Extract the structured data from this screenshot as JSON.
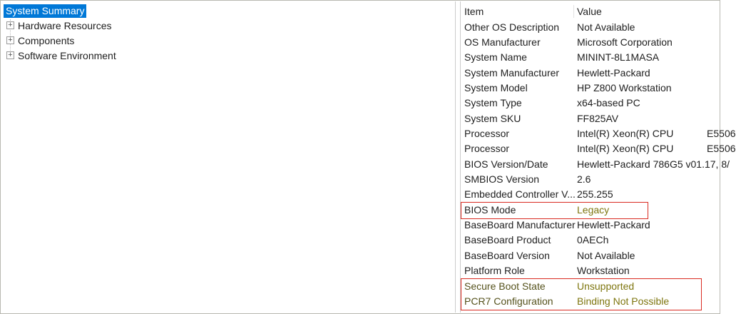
{
  "window": {
    "app": "System Information",
    "border_color": "#b9b9b1",
    "background": "#ffffff"
  },
  "colors": {
    "selection_bg": "#0078d7",
    "selection_text": "#ffffff",
    "text": "#1e1e1e",
    "highlight_label": "#55521c",
    "highlight_value": "#7e760f",
    "annotation_red": "#d92b21",
    "divider": "#cccccc"
  },
  "tree": {
    "expand_glyph": "+",
    "root": {
      "label": "System Summary",
      "selected": true
    },
    "items": [
      {
        "label": "Hardware Resources"
      },
      {
        "label": "Components"
      },
      {
        "label": "Software Environment"
      }
    ]
  },
  "details": {
    "columns": [
      "Item",
      "Value"
    ],
    "rows": [
      {
        "item": "Other OS Description",
        "value": "Not Available"
      },
      {
        "item": "OS Manufacturer",
        "value": "Microsoft Corporation"
      },
      {
        "item": "System Name",
        "value": "MININT-8L1MASA"
      },
      {
        "item": "System Manufacturer",
        "value": "Hewlett-Packard"
      },
      {
        "item": "System Model",
        "value": "HP Z800 Workstation"
      },
      {
        "item": "System Type",
        "value": "x64-based PC"
      },
      {
        "item": "System SKU",
        "value": "FF825AV"
      },
      {
        "item": "Processor",
        "value": "Intel(R) Xeon(R) CPU            E5506"
      },
      {
        "item": "Processor",
        "value": "Intel(R) Xeon(R) CPU            E5506"
      },
      {
        "item": "BIOS Version/Date",
        "value": "Hewlett-Packard 786G5 v01.17, 8/"
      },
      {
        "item": "SMBIOS Version",
        "value": "2.6"
      },
      {
        "item": "Embedded Controller V...",
        "value": "255.255"
      },
      {
        "item": "BIOS Mode",
        "value": "Legacy"
      },
      {
        "item": "BaseBoard Manufacturer",
        "value": "Hewlett-Packard"
      },
      {
        "item": "BaseBoard Product",
        "value": "0AECh"
      },
      {
        "item": "BaseBoard Version",
        "value": "Not Available"
      },
      {
        "item": "Platform Role",
        "value": "Workstation"
      },
      {
        "item": "Secure Boot State",
        "value": "Unsupported"
      },
      {
        "item": "PCR7 Configuration",
        "value": "Binding Not Possible"
      }
    ]
  },
  "annotations": [
    {
      "name": "bios-mode-highlight",
      "rows": [
        "BIOS Mode"
      ]
    },
    {
      "name": "secure-boot-highlight",
      "rows": [
        "Secure Boot State",
        "PCR7 Configuration"
      ]
    }
  ]
}
